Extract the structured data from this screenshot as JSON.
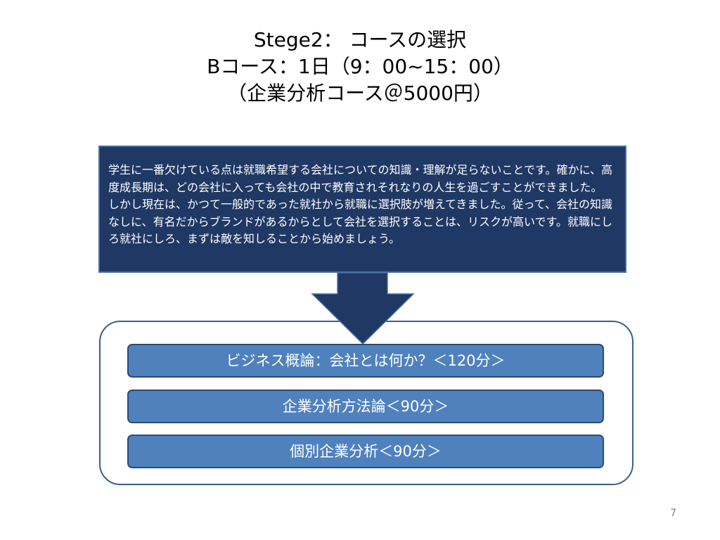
{
  "slide": {
    "title_lines": [
      "Stege2： コースの選択",
      "Bコース：1日（9：00~15：00）",
      "（企業分析コース＠5000円）"
    ],
    "description": "学生に一番欠けている点は就職希望する会社についての知識・理解が足らないことです。確かに、高度成長期は、どの会社に入っても会社の中で教育されそれなりの人生を過ごすことができました。しかし現在は、かつて一般的であった就社から就職に選択肢が増えてきました。従って、会社の知識なしに、有名だからブランドがあるからとして会社を選択することは、リスクが高いです。就職にしろ就社にしろ、まずは敵を知しることから始めましょう。",
    "modules": [
      "ビジネス概論：会社とは何か？＜120分＞",
      "企業分析方法論＜90分＞",
      "個別企業分析＜90分＞"
    ],
    "page_number": "7"
  },
  "colors": {
    "description_bg": "#1f3864",
    "arrow": "#1f3864",
    "module_bg": "#4f81bd",
    "frame_border": "#3c5f8a",
    "page_number": "#7f7f7f"
  }
}
